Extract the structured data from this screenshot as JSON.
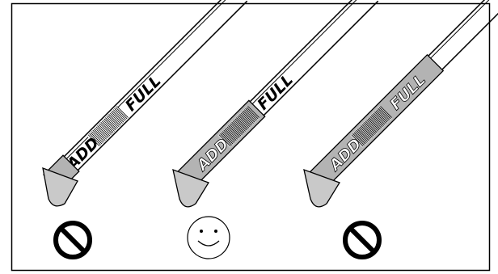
{
  "panels": [
    {
      "id": "too-low",
      "upper_label": "FULL",
      "lower_label": "ADD",
      "status": "incorrect",
      "status_icon": "prohibited-icon"
    },
    {
      "id": "correct",
      "upper_label": "FULL",
      "lower_label": "ADD",
      "status": "correct",
      "status_icon": "smiley-face-icon"
    },
    {
      "id": "too-high",
      "upper_label": "FULL",
      "lower_label": "ADD",
      "status": "incorrect",
      "status_icon": "prohibited-icon"
    }
  ],
  "colors": {
    "outline": "#000000",
    "oil_fill": "#b3b3b3",
    "oil_fill_light": "#d0d0d0",
    "background": "#ffffff"
  }
}
